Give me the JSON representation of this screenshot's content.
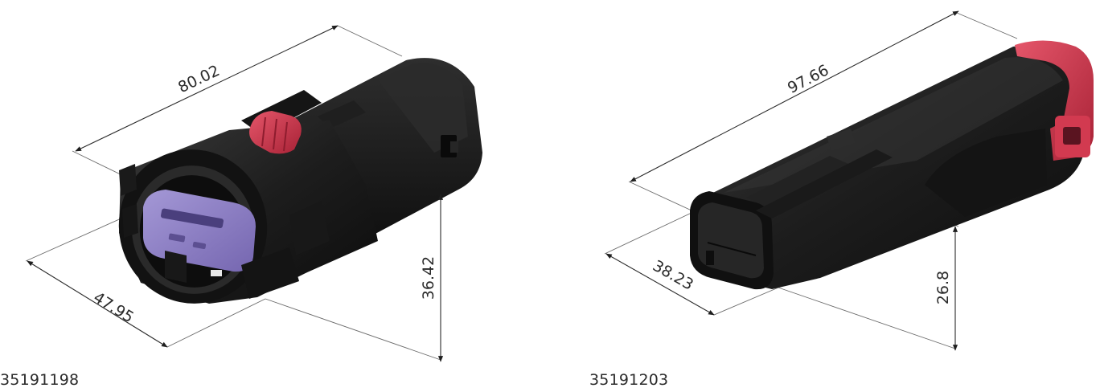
{
  "parts": [
    {
      "part_number": "35191198",
      "dimensions": {
        "length": "80.02",
        "width": "47.95",
        "height": "36.42"
      },
      "colors": {
        "body": "#1b1b1b",
        "latch": "#c8324a",
        "insert": "#8d7fc4"
      }
    },
    {
      "part_number": "35191203",
      "dimensions": {
        "length": "97.66",
        "width": "38.23",
        "height": "26.8"
      },
      "colors": {
        "body": "#1b1b1b",
        "end_cap": "#d9364d"
      }
    }
  ]
}
